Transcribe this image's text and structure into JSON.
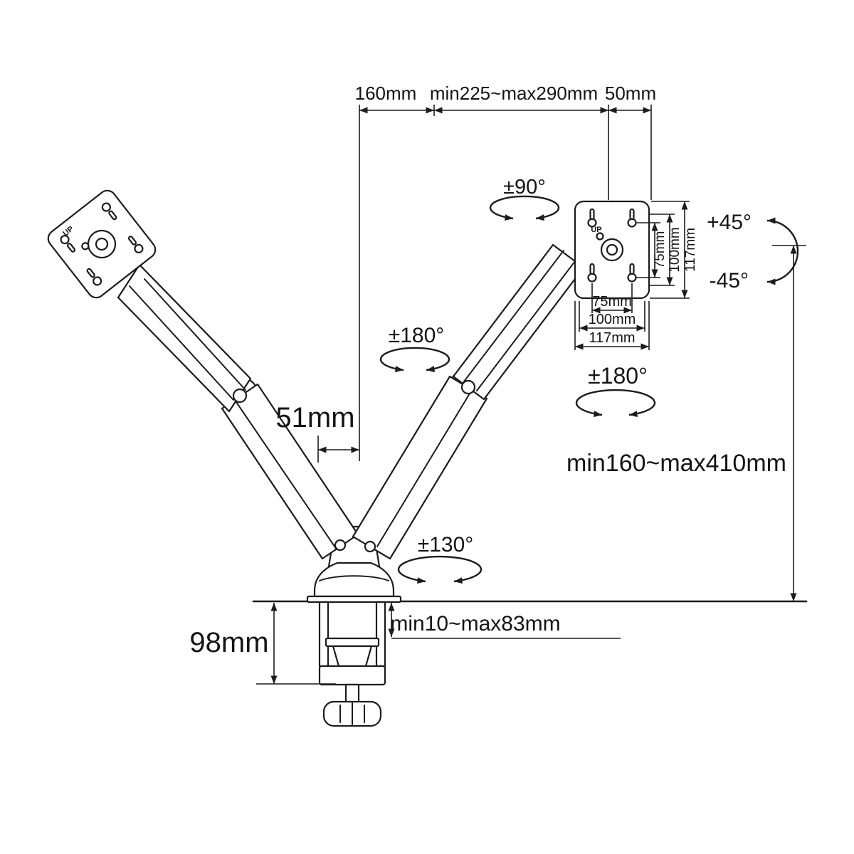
{
  "diagram": {
    "type": "dual-monitor-desk-mount-technical-diagram",
    "background": "#ffffff",
    "line_color": "#1c1c1c"
  },
  "dimensions": {
    "top_left_offset": "160mm",
    "arm_reach_range": "min225~max290mm",
    "plate_offset": "50mm",
    "pivot_spacing": "51mm",
    "height_range": "min160~max410mm",
    "clamp_thickness_range": "min10~max83mm",
    "clamp_height": "98mm"
  },
  "rotations": {
    "plate_swivel": "±90°",
    "tilt_up": "+45°",
    "tilt_down": "-45°",
    "upper_joint": "±180°",
    "lower_joint": "±180°",
    "base_swivel": "±130°"
  },
  "vesa": {
    "vertical": [
      "75mm",
      "100mm",
      "117mm"
    ],
    "horizontal": [
      "75mm",
      "100mm",
      "117mm"
    ],
    "up_marking_left": "UP",
    "up_marking_right": "UP"
  }
}
